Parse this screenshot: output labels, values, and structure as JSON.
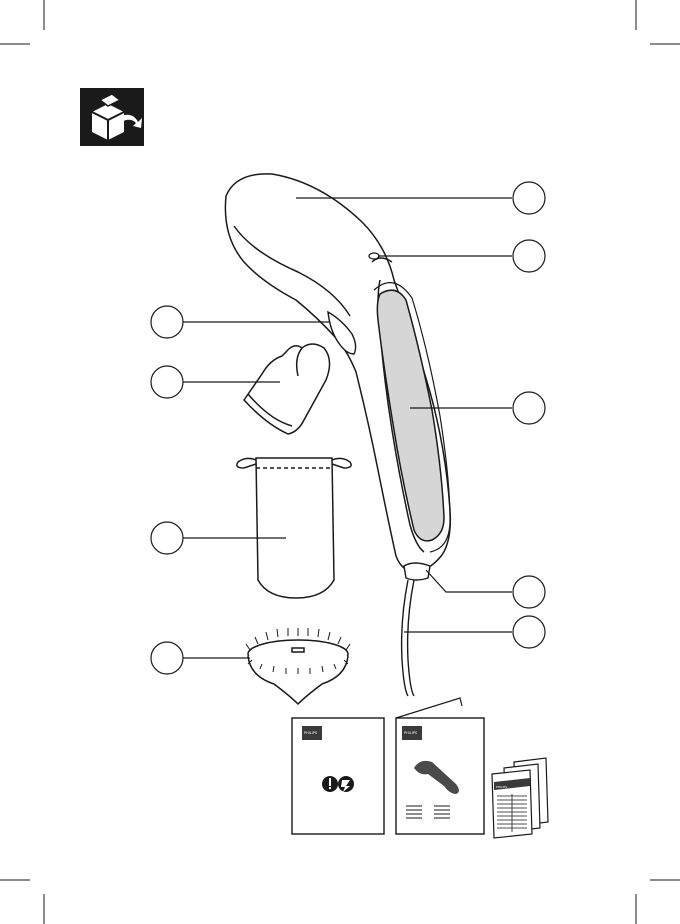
{
  "page": {
    "unboxing_icon": "unboxing-icon",
    "colors": {
      "ink": "#1a1a1a",
      "steam_plate": "#d6d6d6",
      "brand_block": "#3a3a3a"
    }
  },
  "components": [
    {
      "name": "steamer-body",
      "icon": "handheld-steamer"
    },
    {
      "name": "steam-indicator-light",
      "icon": "indicator-light"
    },
    {
      "name": "steam-plate",
      "icon": "steam-plate"
    },
    {
      "name": "power-cord-inlet",
      "icon": "cord-inlet"
    },
    {
      "name": "power-cord",
      "icon": "power-cord"
    },
    {
      "name": "steam-trigger",
      "icon": "trigger"
    },
    {
      "name": "heat-resistant-glove",
      "icon": "glove"
    },
    {
      "name": "storage-pouch",
      "icon": "pouch"
    },
    {
      "name": "brush-attachment",
      "icon": "brush"
    }
  ],
  "documents": [
    {
      "name": "safety-leaflet",
      "brand": "PHILIPS",
      "icon": "leaflet"
    },
    {
      "name": "user-manual",
      "brand": "PHILIPS",
      "icon": "booklet"
    },
    {
      "name": "worldwide-guarantee",
      "brand": "PHILIPS",
      "icon": "folded-sheets"
    }
  ]
}
